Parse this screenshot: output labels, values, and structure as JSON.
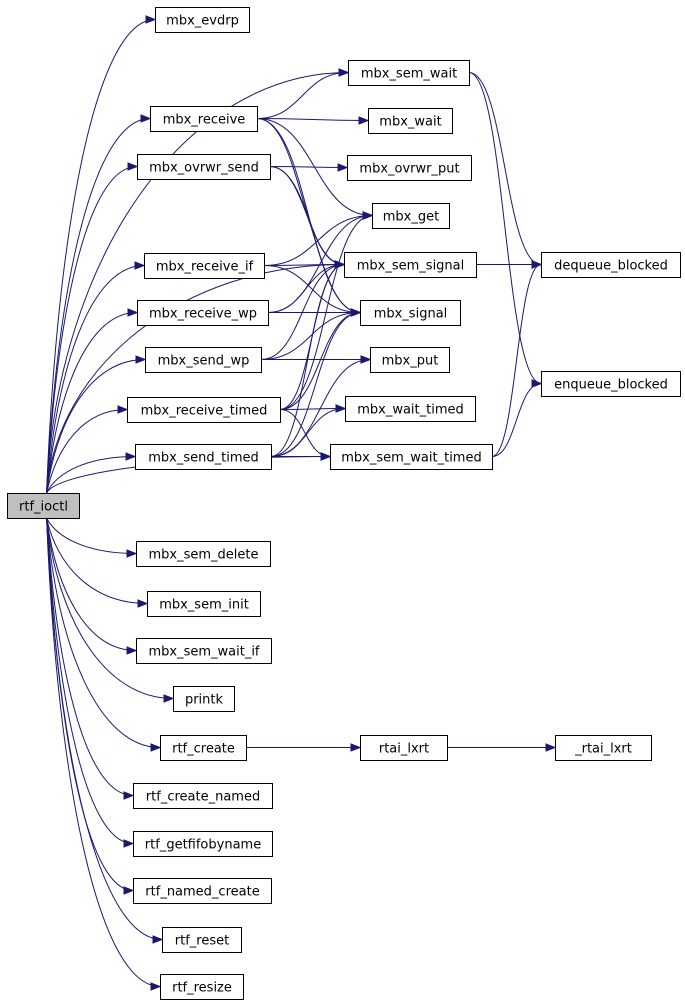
{
  "colors": {
    "edge": "#191970",
    "node_border": "#000000",
    "node_fill": "#ffffff",
    "root_fill": "#bfbfbf"
  },
  "nodes": [
    {
      "id": "rtf_ioctl",
      "label": "rtf_ioctl",
      "root": true
    },
    {
      "id": "mbx_evdrp",
      "label": "mbx_evdrp"
    },
    {
      "id": "mbx_sem_wait",
      "label": "mbx_sem_wait"
    },
    {
      "id": "mbx_receive",
      "label": "mbx_receive"
    },
    {
      "id": "mbx_wait",
      "label": "mbx_wait"
    },
    {
      "id": "mbx_ovrwr_send",
      "label": "mbx_ovrwr_send"
    },
    {
      "id": "mbx_ovrwr_put",
      "label": "mbx_ovrwr_put"
    },
    {
      "id": "mbx_get",
      "label": "mbx_get"
    },
    {
      "id": "mbx_receive_if",
      "label": "mbx_receive_if"
    },
    {
      "id": "mbx_sem_signal",
      "label": "mbx_sem_signal"
    },
    {
      "id": "dequeue_blocked",
      "label": "dequeue_blocked"
    },
    {
      "id": "mbx_receive_wp",
      "label": "mbx_receive_wp"
    },
    {
      "id": "mbx_signal",
      "label": "mbx_signal"
    },
    {
      "id": "mbx_send_wp",
      "label": "mbx_send_wp"
    },
    {
      "id": "mbx_put",
      "label": "mbx_put"
    },
    {
      "id": "enqueue_blocked",
      "label": "enqueue_blocked"
    },
    {
      "id": "mbx_receive_timed",
      "label": "mbx_receive_timed"
    },
    {
      "id": "mbx_wait_timed",
      "label": "mbx_wait_timed"
    },
    {
      "id": "mbx_send_timed",
      "label": "mbx_send_timed"
    },
    {
      "id": "mbx_sem_wait_timed",
      "label": "mbx_sem_wait_timed"
    },
    {
      "id": "mbx_sem_delete",
      "label": "mbx_sem_delete"
    },
    {
      "id": "mbx_sem_init",
      "label": "mbx_sem_init"
    },
    {
      "id": "mbx_sem_wait_if",
      "label": "mbx_sem_wait_if"
    },
    {
      "id": "printk",
      "label": "printk"
    },
    {
      "id": "rtf_create",
      "label": "rtf_create"
    },
    {
      "id": "rtai_lxrt",
      "label": "rtai_lxrt"
    },
    {
      "id": "_rtai_lxrt",
      "label": "_rtai_lxrt"
    },
    {
      "id": "rtf_create_named",
      "label": "rtf_create_named"
    },
    {
      "id": "rtf_getfifobyname",
      "label": "rtf_getfifobyname"
    },
    {
      "id": "rtf_named_create",
      "label": "rtf_named_create"
    },
    {
      "id": "rtf_reset",
      "label": "rtf_reset"
    },
    {
      "id": "rtf_resize",
      "label": "rtf_resize"
    }
  ],
  "edges": [
    [
      "rtf_ioctl",
      "mbx_evdrp"
    ],
    [
      "rtf_ioctl",
      "mbx_sem_wait"
    ],
    [
      "rtf_ioctl",
      "mbx_receive"
    ],
    [
      "rtf_ioctl",
      "mbx_ovrwr_send"
    ],
    [
      "rtf_ioctl",
      "mbx_sem_signal"
    ],
    [
      "rtf_ioctl",
      "mbx_receive_if"
    ],
    [
      "rtf_ioctl",
      "mbx_receive_wp"
    ],
    [
      "rtf_ioctl",
      "mbx_send_wp"
    ],
    [
      "rtf_ioctl",
      "mbx_receive_timed"
    ],
    [
      "rtf_ioctl",
      "mbx_send_timed"
    ],
    [
      "rtf_ioctl",
      "mbx_sem_wait_timed"
    ],
    [
      "rtf_ioctl",
      "mbx_sem_delete"
    ],
    [
      "rtf_ioctl",
      "mbx_sem_init"
    ],
    [
      "rtf_ioctl",
      "mbx_sem_wait_if"
    ],
    [
      "rtf_ioctl",
      "printk"
    ],
    [
      "rtf_ioctl",
      "rtf_create"
    ],
    [
      "rtf_ioctl",
      "rtf_create_named"
    ],
    [
      "rtf_ioctl",
      "rtf_getfifobyname"
    ],
    [
      "rtf_ioctl",
      "rtf_named_create"
    ],
    [
      "rtf_ioctl",
      "rtf_reset"
    ],
    [
      "rtf_ioctl",
      "rtf_resize"
    ],
    [
      "mbx_receive",
      "mbx_sem_wait"
    ],
    [
      "mbx_receive",
      "mbx_wait"
    ],
    [
      "mbx_receive",
      "mbx_get"
    ],
    [
      "mbx_receive",
      "mbx_sem_signal"
    ],
    [
      "mbx_receive",
      "mbx_signal"
    ],
    [
      "mbx_ovrwr_send",
      "mbx_ovrwr_put"
    ],
    [
      "mbx_ovrwr_send",
      "mbx_sem_signal"
    ],
    [
      "mbx_ovrwr_send",
      "mbx_signal"
    ],
    [
      "mbx_receive_if",
      "mbx_get"
    ],
    [
      "mbx_receive_if",
      "mbx_sem_signal"
    ],
    [
      "mbx_receive_if",
      "mbx_signal"
    ],
    [
      "mbx_receive_wp",
      "mbx_get"
    ],
    [
      "mbx_receive_wp",
      "mbx_sem_signal"
    ],
    [
      "mbx_receive_wp",
      "mbx_signal"
    ],
    [
      "mbx_send_wp",
      "mbx_sem_signal"
    ],
    [
      "mbx_send_wp",
      "mbx_signal"
    ],
    [
      "mbx_send_wp",
      "mbx_put"
    ],
    [
      "mbx_receive_timed",
      "mbx_get"
    ],
    [
      "mbx_receive_timed",
      "mbx_sem_signal"
    ],
    [
      "mbx_receive_timed",
      "mbx_signal"
    ],
    [
      "mbx_receive_timed",
      "mbx_wait_timed"
    ],
    [
      "mbx_receive_timed",
      "mbx_sem_wait_timed"
    ],
    [
      "mbx_send_timed",
      "mbx_sem_signal"
    ],
    [
      "mbx_send_timed",
      "mbx_signal"
    ],
    [
      "mbx_send_timed",
      "mbx_put"
    ],
    [
      "mbx_send_timed",
      "mbx_wait_timed"
    ],
    [
      "mbx_send_timed",
      "mbx_sem_wait_timed"
    ],
    [
      "mbx_sem_wait",
      "dequeue_blocked"
    ],
    [
      "mbx_sem_wait",
      "enqueue_blocked"
    ],
    [
      "mbx_sem_signal",
      "dequeue_blocked"
    ],
    [
      "mbx_sem_wait_timed",
      "dequeue_blocked"
    ],
    [
      "mbx_sem_wait_timed",
      "enqueue_blocked"
    ],
    [
      "rtf_create",
      "rtai_lxrt"
    ],
    [
      "rtai_lxrt",
      "_rtai_lxrt"
    ]
  ]
}
